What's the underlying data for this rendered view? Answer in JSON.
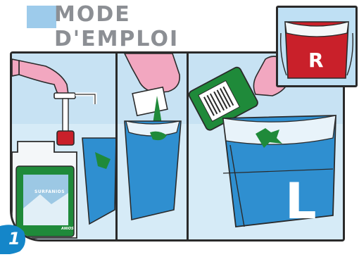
{
  "header": {
    "title": "MODE D'EMPLOI"
  },
  "step": {
    "number": "1"
  },
  "inset": {
    "bucket_letter": "R"
  },
  "scene": {
    "bucket_letter": "L",
    "bottle_brand": "SURFANIOS",
    "bottle_maker": "ANIOS"
  },
  "colors": {
    "title": "#8c8f94",
    "title_accent": "#9dcbeb",
    "bucket_blue": "#2f8fd0",
    "bucket_red": "#c9202a",
    "glove_pink": "#f2a7c0",
    "solution_green": "#1f8a3a",
    "step_badge": "#1486c9"
  }
}
